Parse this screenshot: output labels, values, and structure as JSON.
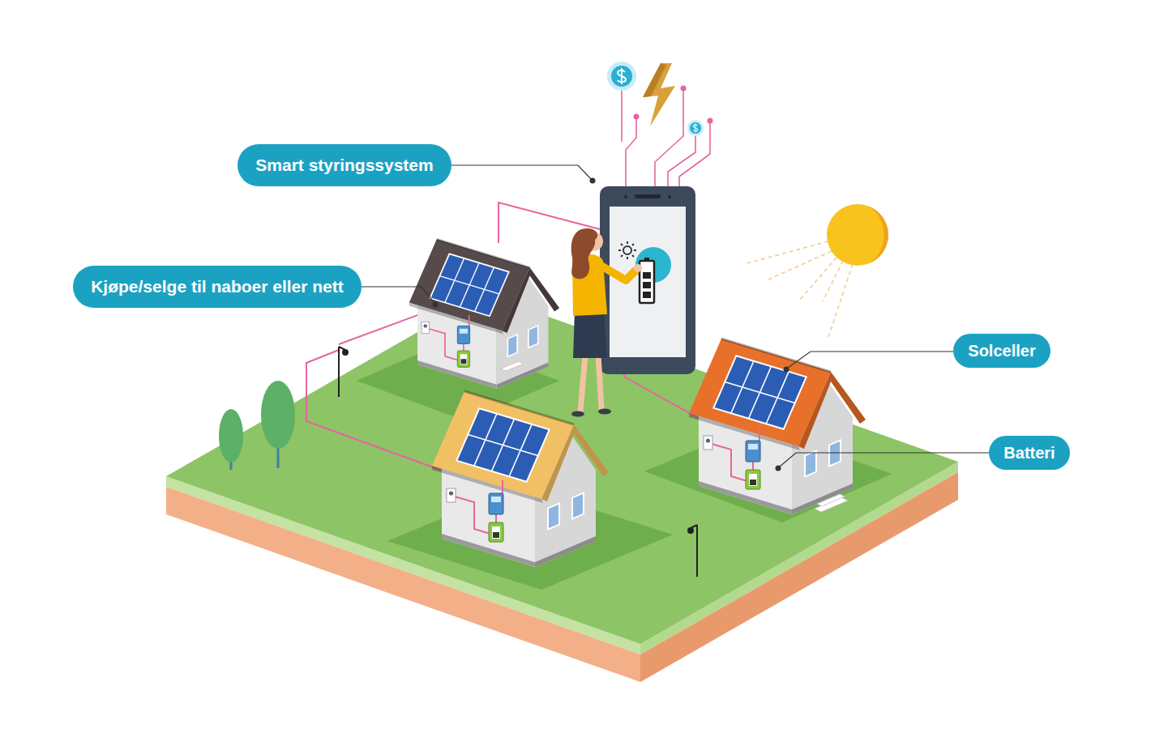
{
  "diagram": {
    "nodes": [
      {
        "text": [
          "Smart styringssystem"
        ]
      },
      {
        "text": [
          "Kjøpe/selge til naboer eller nett"
        ]
      },
      {
        "text": [
          "Solceller"
        ]
      },
      {
        "text": [
          "Batteri"
        ]
      }
    ]
  }
}
